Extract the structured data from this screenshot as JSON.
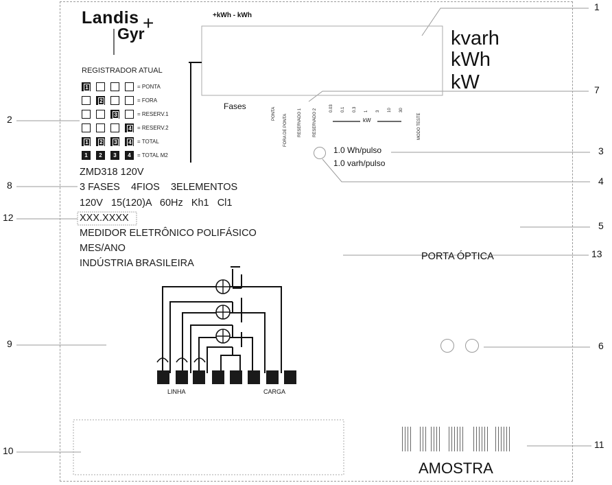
{
  "brand": {
    "line1": "Landis",
    "line2": "Gyr",
    "mark": "+"
  },
  "display": {
    "energy_direction": "+kWh  - kWh",
    "units": [
      "kvarh",
      "kWh",
      "kW"
    ],
    "fases_label": "Fases",
    "rate_labels": [
      "PONTA",
      "FORA DE PONTA",
      "RESERVADO 1",
      "RESERVADO 2"
    ],
    "scale_ticks": [
      "0.03",
      "0.1",
      "0.3",
      "1",
      "3",
      "10",
      "30"
    ],
    "kw_label": "kW",
    "mode_label": "MODO TESTE"
  },
  "register": {
    "title": "REGISTRADOR ATUAL",
    "rows": [
      {
        "label": "= PONTA",
        "filled_index": 0,
        "number": "1"
      },
      {
        "label": "= FORA",
        "filled_index": 1,
        "number": "2"
      },
      {
        "label": "= RESERV.1",
        "filled_index": 2,
        "number": "3"
      },
      {
        "label": "= RESERV.2",
        "filled_index": 3,
        "number": "4"
      },
      {
        "label": "= TOTAL",
        "filled_index": -1,
        "numbers": [
          "1",
          "2",
          "3",
          "4"
        ]
      },
      {
        "label": "= TOTAL M2",
        "filled_index": -2,
        "numbers": [
          "1",
          "2",
          "3",
          "4"
        ]
      }
    ]
  },
  "pulse": {
    "wh": "1.0 Wh/pulso",
    "varh": "1.0 varh/pulso"
  },
  "specs": {
    "model": "ZMD318 120V",
    "config": "3 FASES    4FIOS    3ELEMENTOS",
    "ratings": "120V   15(120)A   60Hz   Kh1   Cl1",
    "serial": "XXX.XXXX",
    "description": "MEDIDOR ELETRÔNICO POLIFÁSICO",
    "date": "MES/ANO",
    "origin": "INDÚSTRIA BRASILEIRA"
  },
  "optical_port": "PORTA ÓPTICA",
  "wiring": {
    "line_label": "LINHA",
    "load_label": "CARGA"
  },
  "sample": "AMOSTRA",
  "callouts": [
    "1",
    "2",
    "3",
    "4",
    "5",
    "6",
    "7",
    "8",
    "9",
    "10",
    "11",
    "12",
    "13"
  ]
}
